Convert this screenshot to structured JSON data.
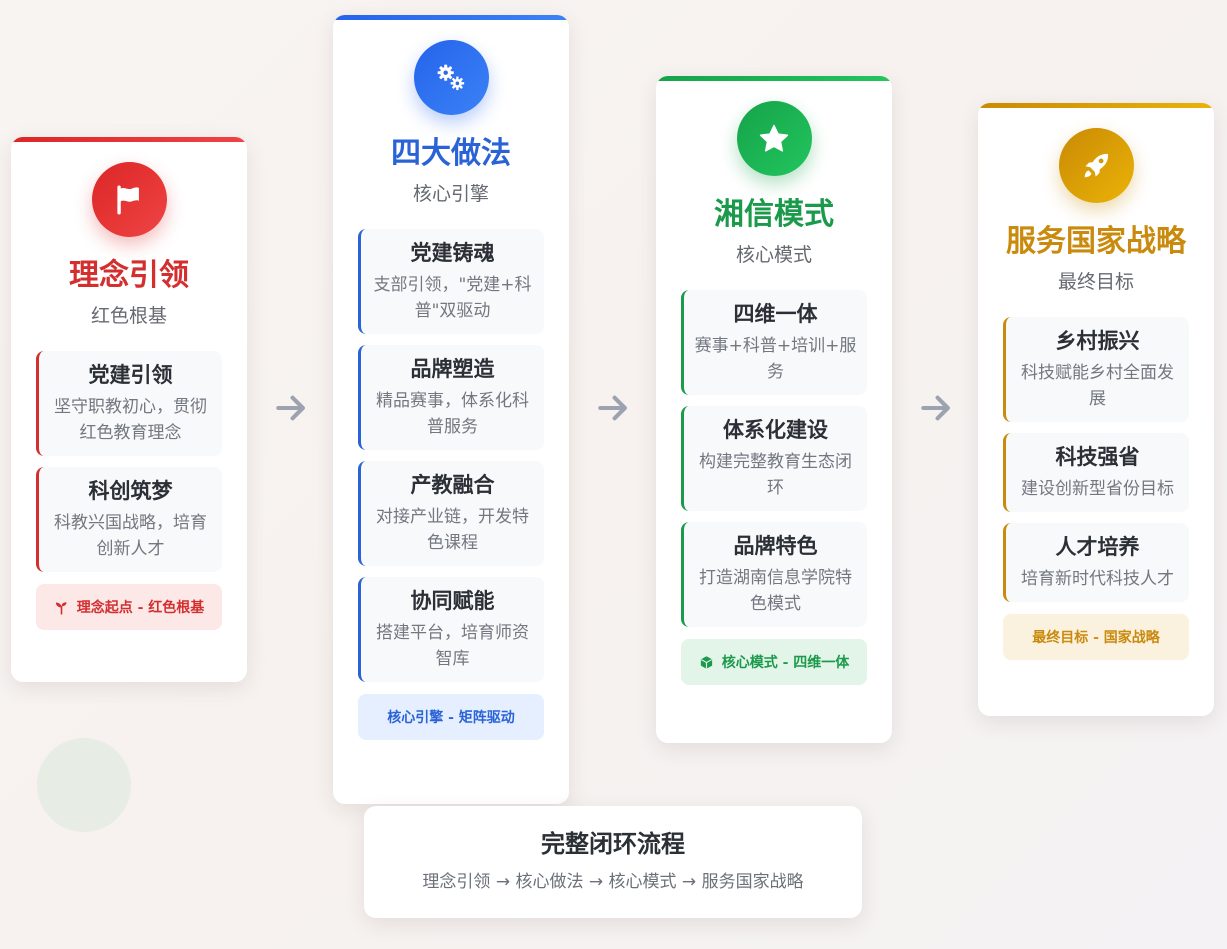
{
  "colors": {
    "red": "#dc2626",
    "blue": "#2563eb",
    "green": "#16a34a",
    "gold": "#ca8a04",
    "arrow": "#9ca3af"
  },
  "stages": [
    {
      "icon": "flag-icon",
      "title": "理念引领",
      "subtitle": "红色根基",
      "items": [
        {
          "title": "党建引领",
          "desc": "坚守职教初心，贯彻红色教育理念"
        },
        {
          "title": "科创筑梦",
          "desc": "科教兴国战略，培育创新人才"
        }
      ],
      "badge_icon": "seedling-icon",
      "badge": "理念起点 - 红色根基"
    },
    {
      "icon": "gears-icon",
      "title": "四大做法",
      "subtitle": "核心引擎",
      "items": [
        {
          "title": "党建铸魂",
          "desc": "支部引领，\"党建+科普\"双驱动"
        },
        {
          "title": "品牌塑造",
          "desc": "精品赛事，体系化科普服务"
        },
        {
          "title": "产教融合",
          "desc": "对接产业链，开发特色课程"
        },
        {
          "title": "协同赋能",
          "desc": "搭建平台，培育师资智库"
        }
      ],
      "badge": "核心引擎 - 矩阵驱动"
    },
    {
      "icon": "star-icon",
      "title": "湘信模式",
      "subtitle": "核心模式",
      "items": [
        {
          "title": "四维一体",
          "desc": "赛事+科普+培训+服务"
        },
        {
          "title": "体系化建设",
          "desc": "构建完整教育生态闭环"
        },
        {
          "title": "品牌特色",
          "desc": "打造湖南信息学院特色模式"
        }
      ],
      "badge_icon": "cube-icon",
      "badge": "核心模式 - 四维一体"
    },
    {
      "icon": "rocket-icon",
      "title": "服务国家战略",
      "subtitle": "最终目标",
      "items": [
        {
          "title": "乡村振兴",
          "desc": "科技赋能乡村全面发展"
        },
        {
          "title": "科技强省",
          "desc": "建设创新型省份目标"
        },
        {
          "title": "人才培养",
          "desc": "培育新时代科技人才"
        }
      ],
      "badge": "最终目标 - 国家战略"
    }
  ],
  "summary": {
    "title": "完整闭环流程",
    "flow": "理念引领 → 核心做法 → 核心模式 → 服务国家战略"
  }
}
